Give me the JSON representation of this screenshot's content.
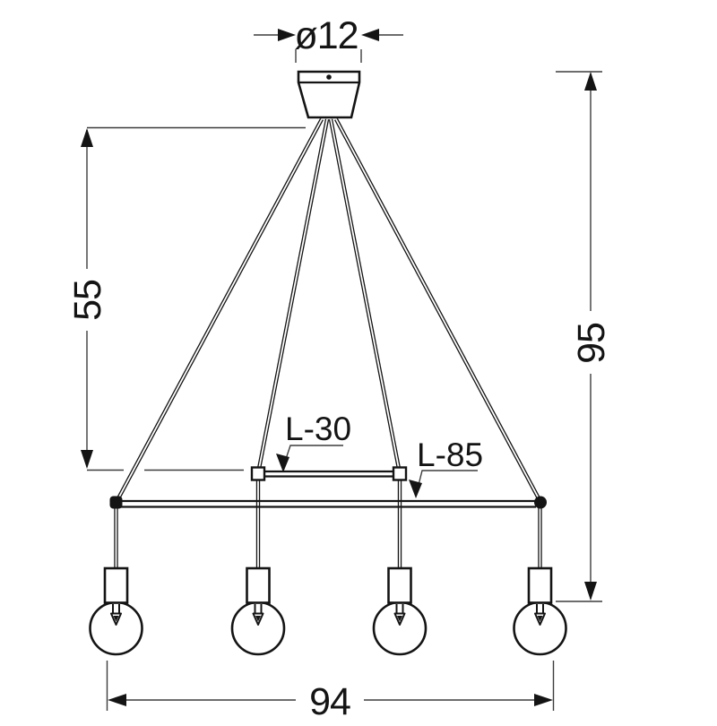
{
  "figure": {
    "lamp_count": 4,
    "dims": {
      "diameter_label": "ø12",
      "drop_label": "55",
      "height_label": "95",
      "width_label": "94",
      "cord_short_label": "L-30",
      "cord_long_label": "L-85"
    },
    "colors": {
      "ink": "#141414",
      "dim_line": "#3d3d3d",
      "background": "#ffffff"
    }
  }
}
